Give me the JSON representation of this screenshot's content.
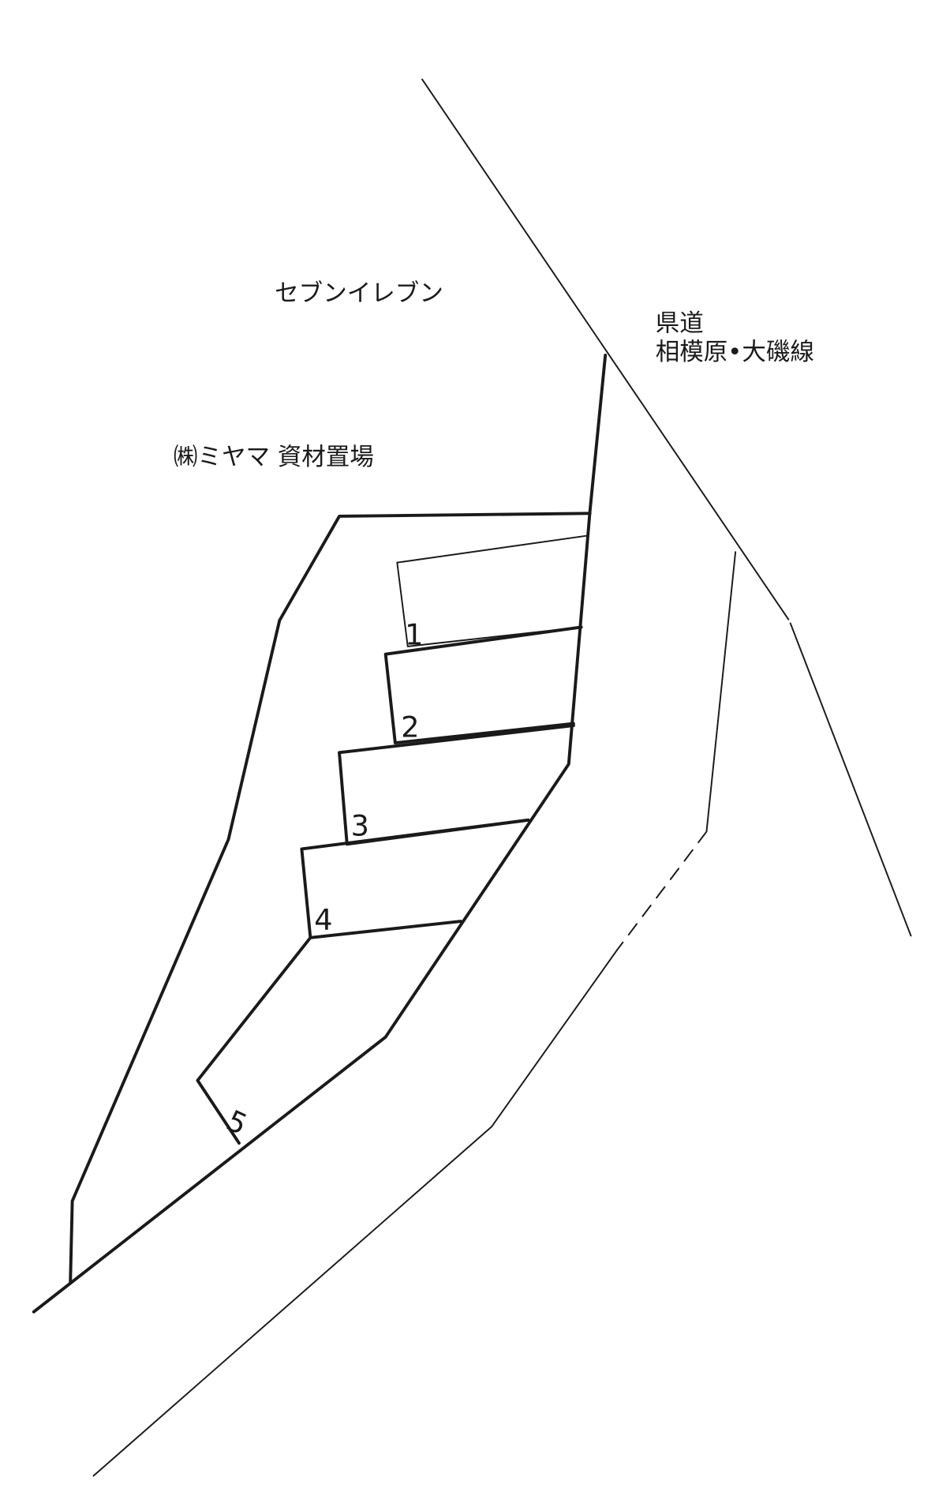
{
  "labels": {
    "convenience_store": "セブンイレブン",
    "material_yard": "㈱ミヤマ 資材置場",
    "road_type": "県道",
    "road_name": "相模原•大磯線"
  },
  "parking_spaces": [
    "1",
    "2",
    "3",
    "4",
    "5"
  ],
  "colors": {
    "line": "#1a1a1a",
    "background": "#ffffff"
  }
}
